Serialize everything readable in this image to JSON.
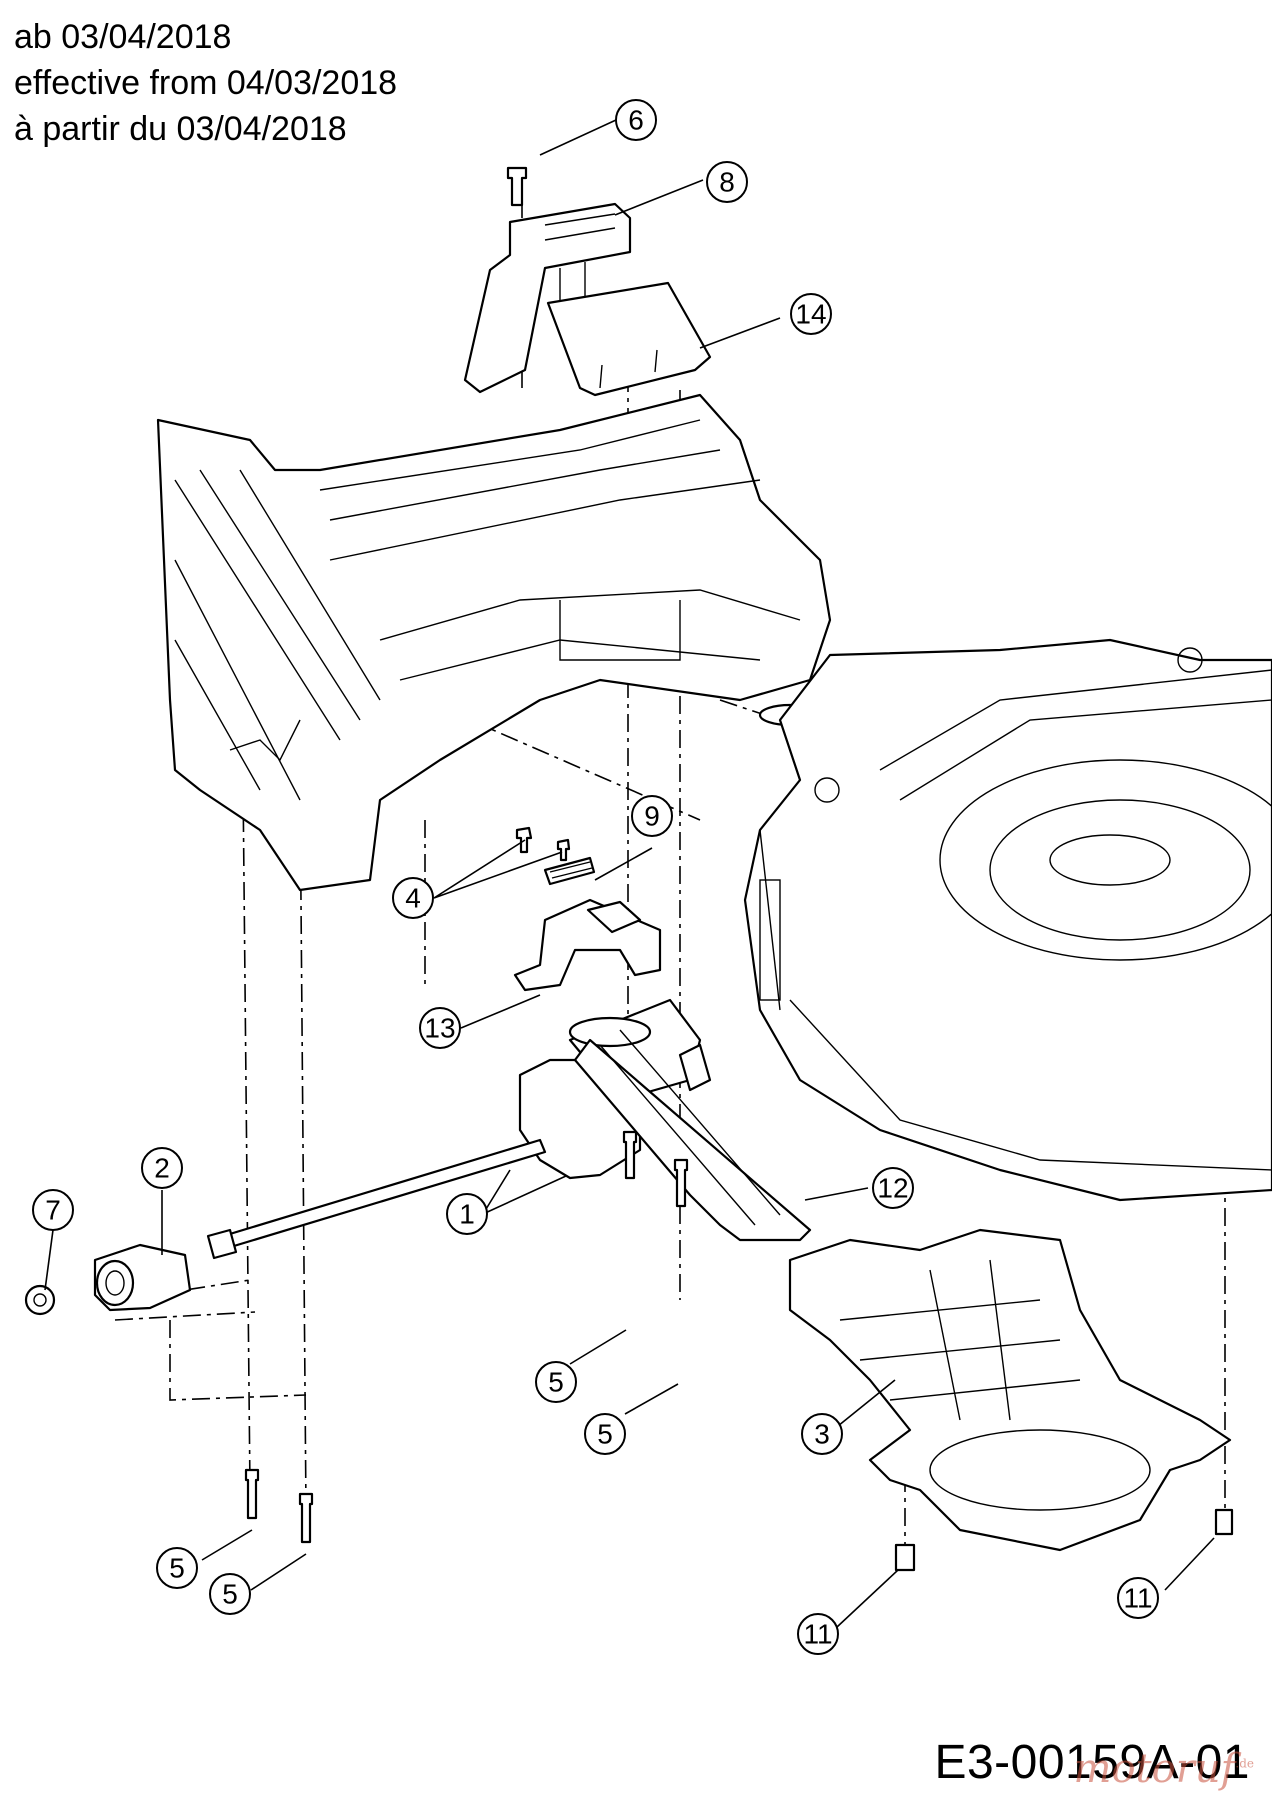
{
  "header": {
    "line1": "ab 03/04/2018",
    "line2": "effective from 04/03/2018",
    "line3": "à partir du 03/04/2018"
  },
  "document_number": "E3-00159A-01",
  "watermark": {
    "text": "motoruf",
    "suffix": ".de"
  },
  "callouts": {
    "c1": "1",
    "c2": "2",
    "c3": "3",
    "c4": "4",
    "c5a": "5",
    "c5b": "5",
    "c5c": "5",
    "c5d": "5",
    "c6": "6",
    "c7": "7",
    "c8": "8",
    "c9": "9",
    "c11a": "11",
    "c11b": "11",
    "c12": "12",
    "c13": "13",
    "c14": "14"
  },
  "colors": {
    "line": "#000000",
    "background": "#ffffff",
    "watermark": "#c9503c"
  }
}
